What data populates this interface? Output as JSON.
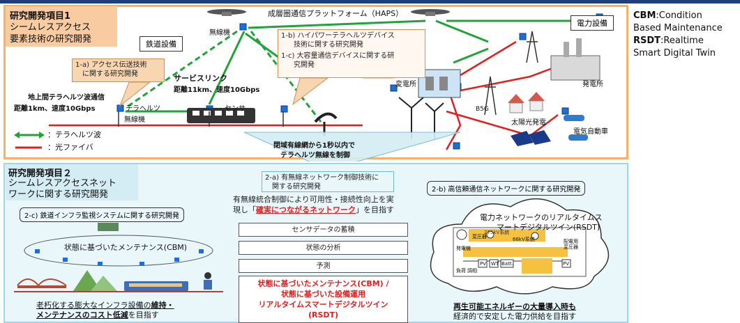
{
  "item1": {
    "title": "研究開発項目1",
    "sub1": "シームレスアクセス",
    "sub2": "要素技術の研究開発"
  },
  "item2": {
    "title": "研究開発項目２",
    "sub1": "シームレスアクセスネット",
    "sub2": "ワークに関する研究開発"
  },
  "haps": "成層圏通信プラットフォーム（HAPS）",
  "railway": "鉄道設備",
  "power": "電力設備",
  "wireless_top": "無線機",
  "wireless_bottom": "無線機",
  "terahertz": "テラヘルツ",
  "sensor": "センサ",
  "service_link": "サービスリンク",
  "service_link_spec": "距離11km、速度10Gbps",
  "ground_link": "地上間テラヘルツ波通信",
  "ground_link_spec": "距離1km、速度10Gbps",
  "substation": "変電所",
  "b5g": "B5G",
  "plant": "発電所",
  "solar": "太陽光発電",
  "ev": "電気自動車",
  "callout_1a": {
    "line1": "1-a) アクセス伝送技術",
    "line2": "に関する研究開発"
  },
  "callout_1b": {
    "line1": "1-b) ハイパワーテラヘルツデバイス",
    "line2": "技術に関する研究開発"
  },
  "callout_1c": {
    "line1": "1-c) 大容量通信デバイスに関する研",
    "line2": "究開発"
  },
  "control_note": {
    "line1": "閉域有線網から1秒以内で",
    "line2": "テラヘルツ無線を制御"
  },
  "legend": {
    "thz": "：テラヘルツ波",
    "fiber": "：光ファイバ"
  },
  "callout_2a": {
    "line1": "2-a) 有無線ネットワーク制御技術に",
    "line2": "関する研究開発"
  },
  "callout_2b": "2-b) 高信頼通信ネットワークに関する研究開発",
  "callout_2c": "2-c) 鉄道インフラ監視システムに関する研究開発",
  "goal": {
    "line1": "有無線統合制御により可用性・接続性向上を実",
    "line2_a": "現し「",
    "line2_b": "確実につながるネットワーク",
    "line2_c": "」を目指す"
  },
  "steps": [
    "センサデータの蓄積",
    "状態の分析",
    "予測"
  ],
  "result": {
    "line1": "状態に基づいたメンテナンス(CBM) /",
    "line2": "状態に基づいた設備運用",
    "line3": "リアルタイムスマートデジタルツイン",
    "line4": "(RSDT)"
  },
  "cbm_title": "状態に基づいたメンテナンス(CBM)",
  "infra": {
    "line1_a": "老朽化する膨大なインフラ設備の",
    "line1_b": "維持・",
    "line2_a": "メンテナンスのコスト低減",
    "line2_b": "を目指す"
  },
  "rsdt": {
    "line1": "電力ネットワークのリアルタイムス",
    "line2": "マートデジタルツイン(RSDT)"
  },
  "renew": {
    "line1": "再生可能エネルギーの大量導入時も",
    "line2": "経済的で安定した電力供給を目指す"
  },
  "grid_labels": {
    "v275": "275kV系統",
    "v66": "66kV系統",
    "plant_lbl": "発電機",
    "tr1": "変圧器",
    "tr2": "配電用\n変圧器",
    "load": "負荷",
    "ctrl": "調相",
    "pv": "PV",
    "wt": "WT",
    "batt": "Batt."
  },
  "abbrev": {
    "cbm": "CBM",
    "cbm_desc1": ":Condition",
    "cbm_desc2": "Based Maintenance",
    "rsdt": "RSDT",
    "rsdt_desc1": ":Realtime",
    "rsdt_desc2": "Smart Digital Twin"
  },
  "colors": {
    "orange": "#f3b26b",
    "blue": "#9fd6ea",
    "green": "#22a33a",
    "red": "#e02020",
    "node": "#1f6fd0"
  }
}
